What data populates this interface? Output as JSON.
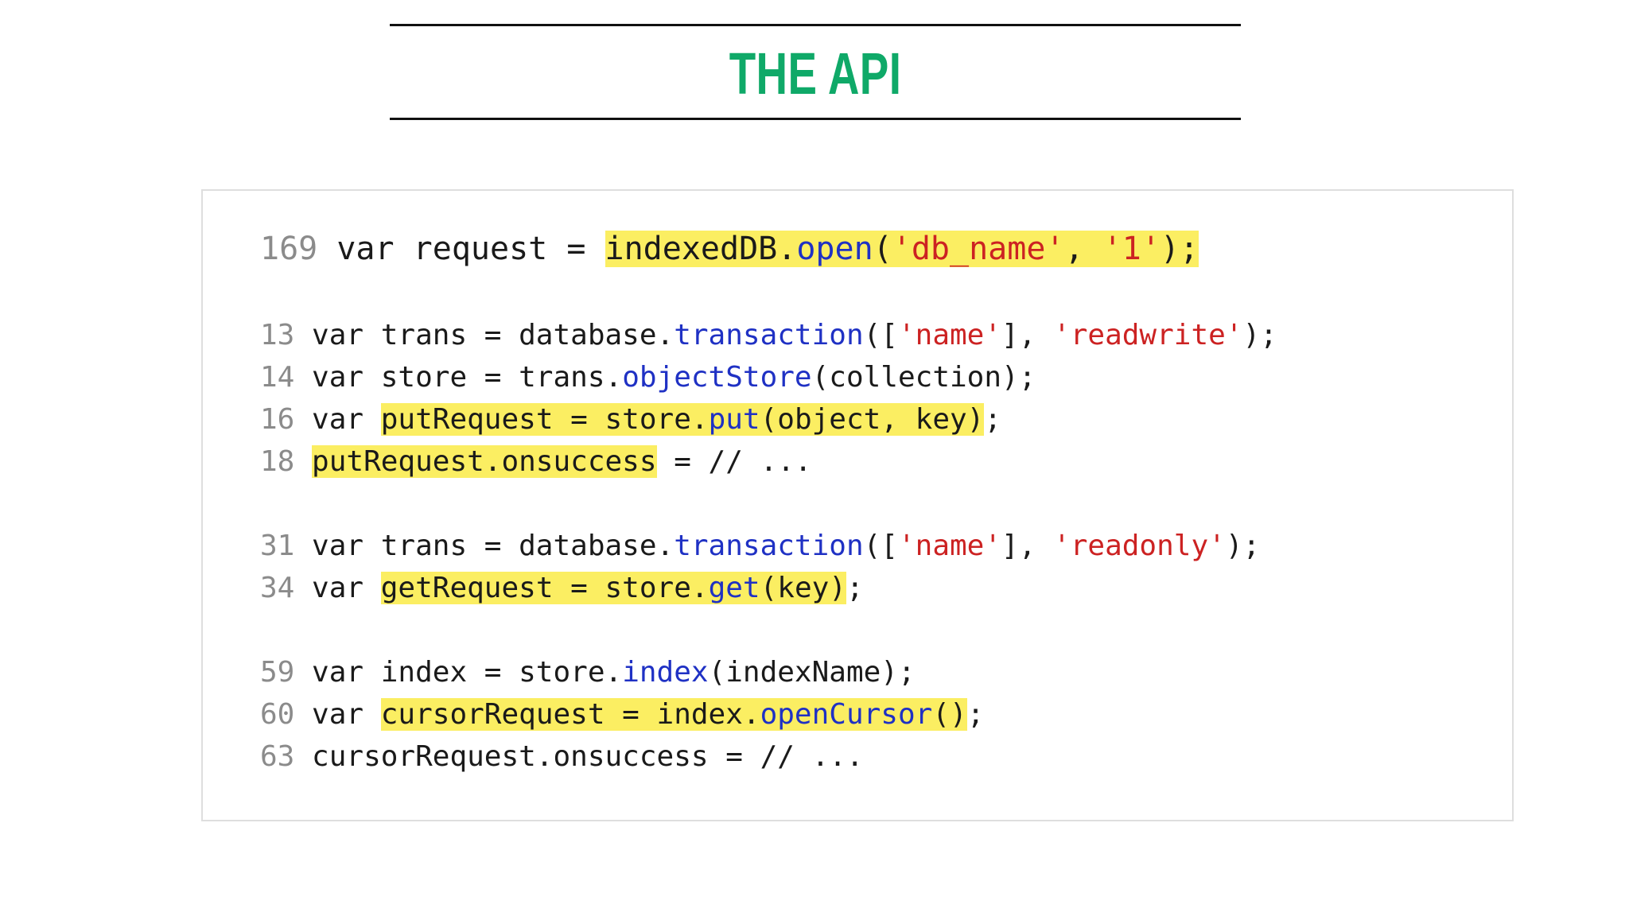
{
  "slide": {
    "title": "THE API",
    "title_color": "#0fa968",
    "rule_color": "#111111",
    "background": "#ffffff"
  },
  "code_card": {
    "border_color": "#dedede",
    "background": "#ffffff",
    "highlight_color": "#fbee62",
    "line_number_color": "#8b8b8b",
    "code_color": "#1a1a1a",
    "function_color": "#1f31c4",
    "string_color": "#cc2222",
    "lines": [
      {
        "number": "169",
        "plain": "var request = indexedDB.open('db_name', '1');",
        "tokens": {
          "pre": "var request = ",
          "hl_obj": "indexedDB.",
          "hl_fn": "open",
          "hl_paren_open": "(",
          "hl_str1": "'db_name'",
          "hl_comma": ", ",
          "hl_str2": "'1'",
          "hl_tail": ");"
        }
      },
      {
        "number": "",
        "plain": ""
      },
      {
        "number": "13",
        "plain": "var trans = database.transaction(['name'], 'readwrite');",
        "tokens": {
          "pre": "var trans = database.",
          "fn": "transaction",
          "mid1": "([",
          "str1": "'name'",
          "mid2": "], ",
          "str2": "'readwrite'",
          "tail": ");"
        }
      },
      {
        "number": "14",
        "plain": "var store = trans.objectStore(collection);",
        "tokens": {
          "pre": "var store = trans.",
          "fn": "objectStore",
          "tail": "(collection);"
        }
      },
      {
        "number": "16",
        "plain": "var putRequest = store.put(object, key);",
        "tokens": {
          "pre": "var ",
          "hl_a": "putRequest = store.",
          "hl_fn": "put",
          "hl_b": "(object, key)",
          "tail": ";"
        }
      },
      {
        "number": "18",
        "plain": "putRequest.onsuccess = // ...",
        "tokens": {
          "hl_a": "putRequest.onsuccess",
          "tail": " = // ..."
        }
      },
      {
        "number": "",
        "plain": ""
      },
      {
        "number": "31",
        "plain": "var trans = database.transaction(['name'], 'readonly');",
        "tokens": {
          "pre": "var trans = database.",
          "fn": "transaction",
          "mid1": "([",
          "str1": "'name'",
          "mid2": "], ",
          "str2": "'readonly'",
          "tail": ");"
        }
      },
      {
        "number": "34",
        "plain": "var getRequest = store.get(key);",
        "tokens": {
          "pre": "var ",
          "hl_a": "getRequest = store.",
          "hl_fn": "get",
          "hl_b": "(key)",
          "tail": ";"
        }
      },
      {
        "number": "",
        "plain": ""
      },
      {
        "number": "59",
        "plain": "var index = store.index(indexName);",
        "tokens": {
          "pre": "var index = store.",
          "fn": "index",
          "tail": "(indexName);"
        }
      },
      {
        "number": "60",
        "plain": "var cursorRequest = index.openCursor();",
        "tokens": {
          "pre": "var ",
          "hl_a": "cursorRequest = index.",
          "hl_fn": "openCursor",
          "hl_b": "()",
          "tail": ";"
        }
      },
      {
        "number": "63",
        "plain": "cursorRequest.onsuccess = // ...",
        "tokens": {
          "a": "cursorRequest.onsuccess = // ..."
        }
      }
    ]
  }
}
